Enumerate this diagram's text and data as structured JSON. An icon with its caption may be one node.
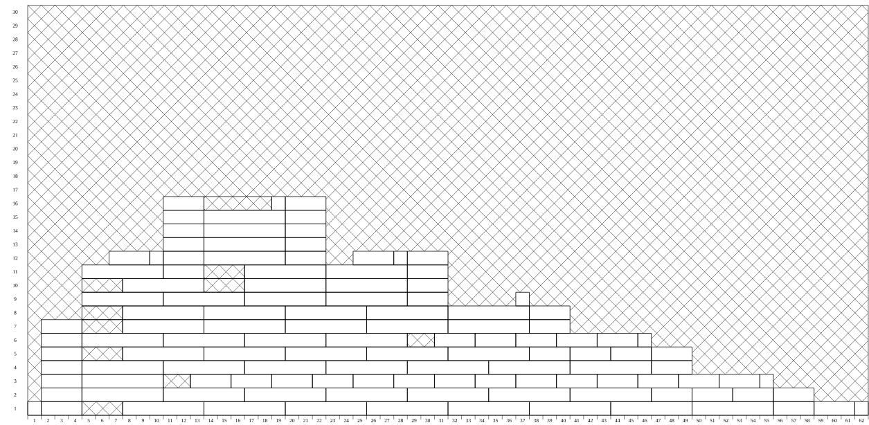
{
  "diagram": {
    "labels": [
      "30",
      "29",
      "28",
      "27",
      "26",
      "25",
      "24",
      "23",
      "22",
      "21",
      "20",
      "19",
      "18",
      "17",
      "16",
      "15",
      "14",
      "13",
      "12",
      "11",
      "10",
      "9",
      "8",
      "7",
      "6",
      "5",
      "4",
      "3",
      "2",
      "1",
      "1",
      "2",
      "3",
      "4",
      "5",
      "6",
      "7",
      "8",
      "9",
      "10",
      "11",
      "12",
      "13",
      "14",
      "15",
      "16",
      "17",
      "18",
      "19",
      "20",
      "21",
      "22",
      "23",
      "24",
      "25",
      "26",
      "27",
      "28",
      "29",
      "30",
      "31",
      "32",
      "33",
      "34",
      "35",
      "36",
      "37",
      "38",
      "39",
      "40",
      "41",
      "42",
      "43",
      "44",
      "45",
      "46",
      "47",
      "48",
      "49",
      "50",
      "51",
      "52",
      "53",
      "54",
      "55",
      "56",
      "57",
      "58",
      "59",
      "60",
      "61",
      "62"
    ]
  }
}
